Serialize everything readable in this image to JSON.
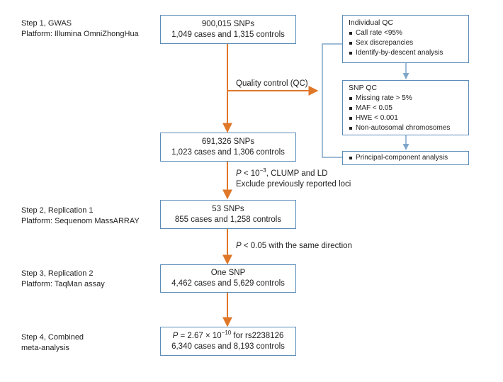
{
  "steps": [
    {
      "line1": "Step 1, GWAS",
      "line2": "Platform: Illumina OmniZhongHua"
    },
    {
      "line1": "Step 2, Replication 1",
      "line2": "Platform: Sequenom MassARRAY"
    },
    {
      "line1": "Step 3, Replication 2",
      "line2": "Platform: TaqMan assay"
    },
    {
      "line1": "Step 4, Combined",
      "line2": "meta-analysis"
    }
  ],
  "boxes": {
    "gwas": {
      "line1": "900,015 SNPs",
      "line2": "1,049 cases and 1,315 controls"
    },
    "after_qc": {
      "line1": "691,326 SNPs",
      "line2": "1,023 cases and 1,306 controls"
    },
    "rep1": {
      "line1": "53 SNPs",
      "line2": "855 cases and 1,258 controls"
    },
    "rep2": {
      "line1": "One SNP",
      "line2": "4,462 cases and 5,629 controls"
    },
    "meta": {
      "p_prefix": "P",
      "p_value": " = 2.67 × 10",
      "p_exponent": "−10",
      "p_suffix": " for rs2238126",
      "line2": "6,340 cases and 8,193 controls"
    }
  },
  "annotations": {
    "qc": "Quality control (QC)",
    "filter1_p": "P",
    "filter1_lt": " < 10",
    "filter1_exp": "−3",
    "filter1_rest": ", CLUMP and LD",
    "filter1_line2": "Exclude previously reported loci",
    "filter2_p": "P",
    "filter2_rest": " < 0.05 with the same direction"
  },
  "qc": {
    "individual": {
      "title": "Individual QC",
      "items": [
        "Call rate <95%",
        "Sex discrepancies",
        "Identify-by-descent analysis"
      ]
    },
    "snp": {
      "title": "SNP QC",
      "items": [
        "Missing rate > 5%",
        "MAF < 0.05",
        "HWE < 0.001",
        "Non-autosomal chromosomes"
      ]
    },
    "pca": {
      "items": [
        "Principal-component analysis"
      ]
    }
  },
  "colors": {
    "arrow": "#e0782a",
    "box_border": "#5b8cb8",
    "connector": "#7fa6c9"
  }
}
